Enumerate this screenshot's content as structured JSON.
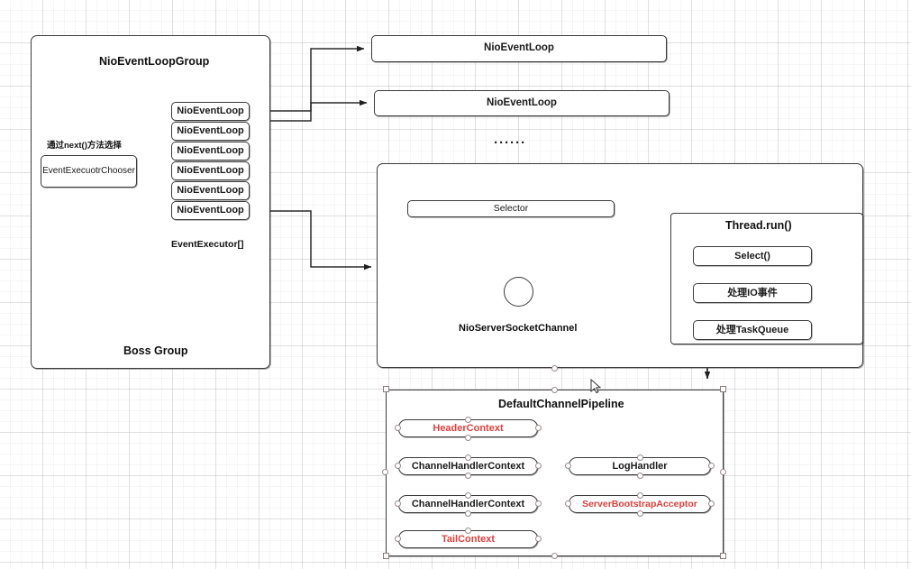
{
  "diagram": {
    "title": "Netty NioEventLoopGroup architecture diagram",
    "colors": {
      "stroke": "#3b3b3b",
      "text": "#101010",
      "accent_red": "#e0403c",
      "background": "#ffffff",
      "grid": "#aaaaaa",
      "handle": "#9a8b8b"
    }
  },
  "boss_group_panel": {
    "title": "NioEventLoopGroup",
    "footer_label": "Boss Group",
    "array_label": "EventExecutor[]",
    "chooser_annotation": "通过next()方法选择",
    "chooser_box": "EventExecuotrChooser",
    "event_loops": [
      {
        "label": "NioEventLoop"
      },
      {
        "label": "NioEventLoop"
      },
      {
        "label": "NioEventLoop"
      },
      {
        "label": "NioEventLoop"
      },
      {
        "label": "NioEventLoop"
      },
      {
        "label": "NioEventLoop"
      }
    ]
  },
  "worker_loops": [
    {
      "label": "NioEventLoop"
    },
    {
      "label": "NioEventLoop"
    }
  ],
  "ellipsis": "······",
  "event_loop_detail_panel": {
    "selector_label": "Selector",
    "channel_label": "NioServerSocketChannel",
    "thread_run": {
      "title": "Thread.run()",
      "steps": [
        {
          "label": "Select()"
        },
        {
          "label": "处理IO事件"
        },
        {
          "label": "处理TaskQueue"
        }
      ]
    }
  },
  "pipeline_panel": {
    "title": "DefaultChannelPipeline",
    "contexts": [
      {
        "label": "HeaderContext",
        "style": "red"
      },
      {
        "label": "ChannelHandlerContext",
        "style": "normal"
      },
      {
        "label": "ChannelHandlerContext",
        "style": "normal"
      },
      {
        "label": "TailContext",
        "style": "red"
      }
    ],
    "handlers": [
      {
        "label": "LogHandler",
        "style": "normal"
      },
      {
        "label": "ServerBootstrapAcceptor",
        "style": "red"
      }
    ]
  }
}
